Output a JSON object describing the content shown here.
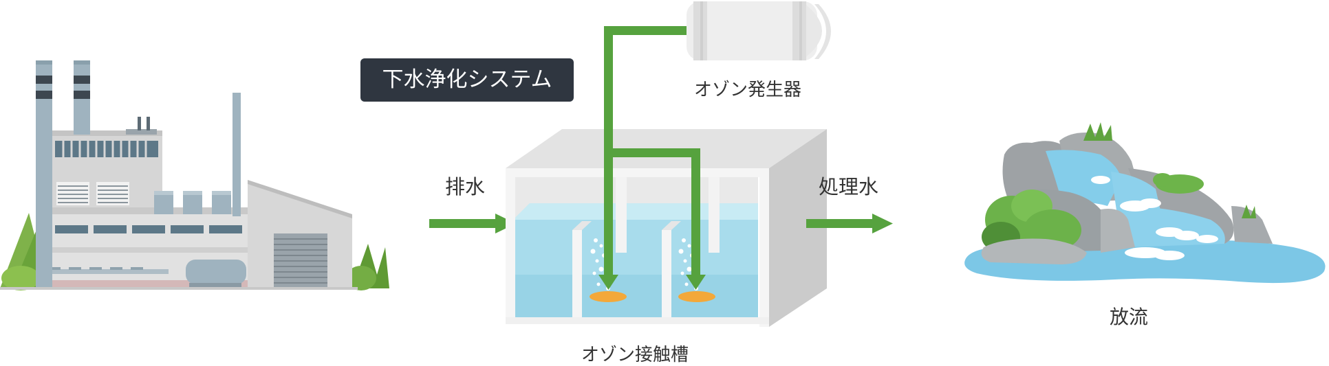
{
  "title": "下水浄化システム",
  "labels": {
    "drainage": "排水",
    "treated_water": "処理水",
    "ozone_generator": "オゾン発生器",
    "ozone_tank": "オゾン接触槽",
    "discharge": "放流"
  },
  "colors": {
    "arrow": "#56a23e",
    "title_bg": "#2f3640",
    "water": "#a8dcec",
    "tank": "#d9d9d9",
    "diffuser": "#f3a83a"
  },
  "icons": [
    "factory-icon",
    "ozone-generator-icon",
    "ozone-tank-icon",
    "waterfall-icon"
  ]
}
